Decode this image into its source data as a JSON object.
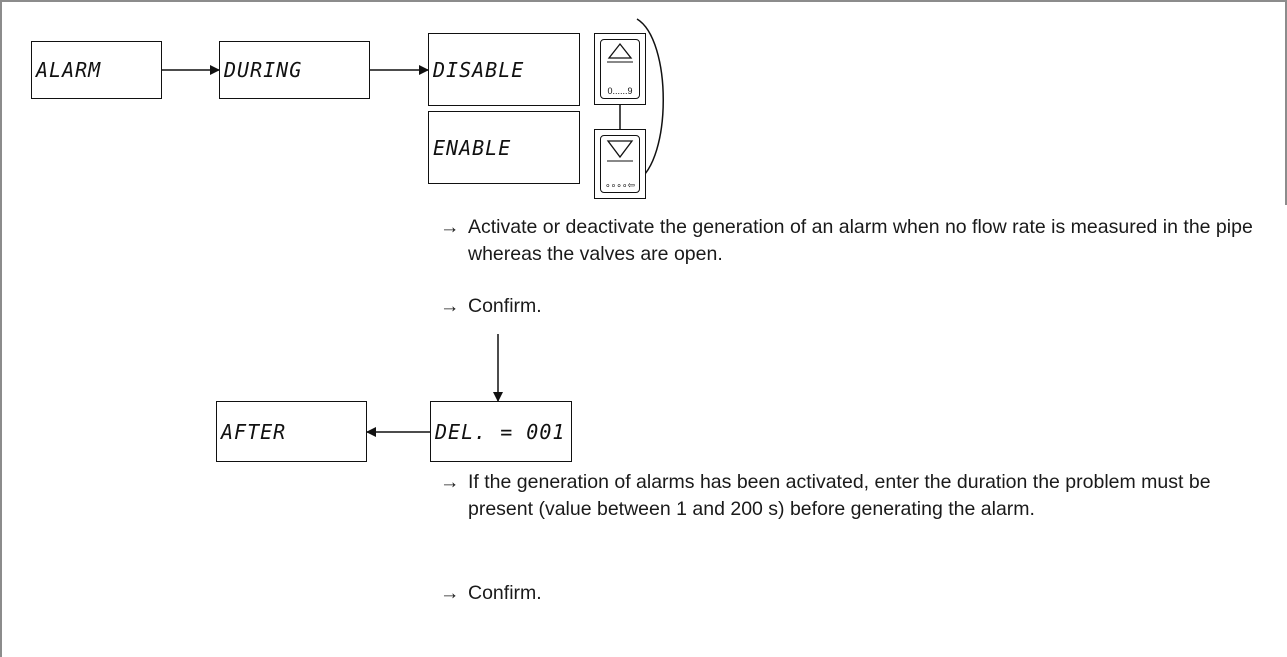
{
  "diagram": {
    "boxes": {
      "alarm": "ALARM",
      "during": "DURING",
      "disable": "DISABLE",
      "enable": "ENABLE",
      "delay": "DEL. = 001",
      "after": "AFTER"
    },
    "keys": {
      "up_label": "0......9",
      "down_label": "∘∘∘∘⇦"
    },
    "steps": [
      {
        "arrow": "→",
        "text": "Activate or deactivate the generation of an alarm when no flow rate is measured in the pipe whereas the valves are open."
      },
      {
        "arrow": "→",
        "text": "Confirm."
      },
      {
        "arrow": "→",
        "text": "If the generation of alarms has been activated, enter the duration the problem must be present (value between 1 and 200 s) before generating the alarm."
      },
      {
        "arrow": "→",
        "text": "Confirm."
      }
    ]
  }
}
